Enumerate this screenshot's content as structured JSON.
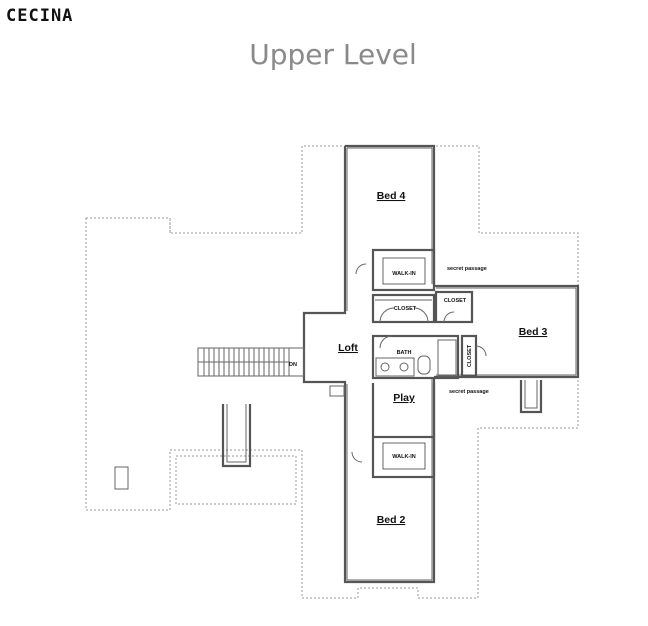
{
  "brand": "CECINA",
  "title": "Upper Level",
  "rooms": {
    "bed4": "Bed 4",
    "bed3": "Bed 3",
    "bed2": "Bed 2",
    "loft": "Loft",
    "play": "Play",
    "walkin_top": "WALK-IN",
    "walkin_bottom": "WALK-IN",
    "closet_top": "CLOSET",
    "closet_right": "CLOSET",
    "closet_vertical": "CLOSET",
    "bath": "BATH",
    "secret_top": "secret passage",
    "secret_bottom": "secret passage",
    "stair_dn": "DN"
  }
}
